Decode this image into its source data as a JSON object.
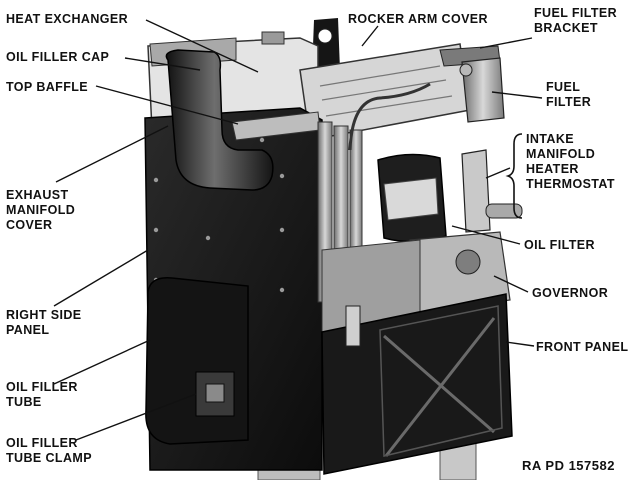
{
  "labels": {
    "heat_exchanger": "HEAT EXCHANGER",
    "rocker_arm_cover": "ROCKER ARM COVER",
    "fuel_filter_bracket": [
      "FUEL FILTER",
      "BRACKET"
    ],
    "oil_filler_cap": "OIL FILLER CAP",
    "top_baffle": "TOP BAFFLE",
    "fuel_filter": [
      "FUEL",
      "FILTER"
    ],
    "intake_manifold_heater_thermostat": [
      "INTAKE",
      "MANIFOLD",
      "HEATER",
      "THERMOSTAT"
    ],
    "exhaust_manifold_cover": [
      "EXHAUST",
      "MANIFOLD",
      "COVER"
    ],
    "oil_filter": "OIL FILTER",
    "governor": "GOVERNOR",
    "right_side_panel": [
      "RIGHT SIDE",
      "PANEL"
    ],
    "front_panel": "FRONT PANEL",
    "oil_filler_tube": [
      "OIL FILLER",
      "TUBE"
    ],
    "oil_filler_tube_clamp": [
      "OIL FILLER",
      "TUBE CLAMP"
    ]
  },
  "reference_code": "RA PD 157582",
  "colors": {
    "ink": "#111111",
    "panel_dark": "#1c1c1c",
    "metal_light": "#cfcfcf",
    "metal_mid": "#8a8a8a",
    "background": "#ffffff"
  }
}
